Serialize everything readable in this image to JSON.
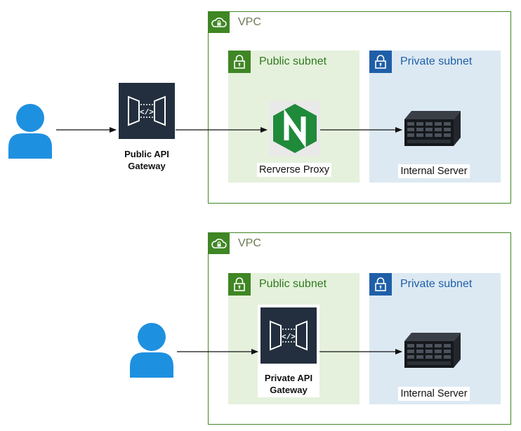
{
  "diagram_top": {
    "vpc_label": "VPC",
    "public_subnet_label": "Public subnet",
    "private_subnet_label": "Private subnet",
    "gateway_label_line1": "Public API",
    "gateway_label_line2": "Gateway",
    "proxy_label": "Rerverse Proxy",
    "server_label": "Internal Server"
  },
  "diagram_bottom": {
    "vpc_label": "VPC",
    "public_subnet_label": "Public subnet",
    "private_subnet_label": "Private subnet",
    "gateway_label_line1": "Private API",
    "gateway_label_line2": "Gateway",
    "server_label": "Internal Server"
  },
  "colors": {
    "vpc_green": "#3f8624",
    "public_subnet_fill": "#e5f1dc",
    "private_subnet_fill": "#dce9f3",
    "private_blue": "#1f5fa8",
    "user_blue": "#1e90e0",
    "gateway_dark": "#232f3e",
    "nginx_green": "#1f8a3a"
  },
  "icons": [
    "user-icon",
    "api-gateway-icon",
    "nginx-icon",
    "server-icon",
    "cloud-lock-icon",
    "padlock-icon"
  ]
}
